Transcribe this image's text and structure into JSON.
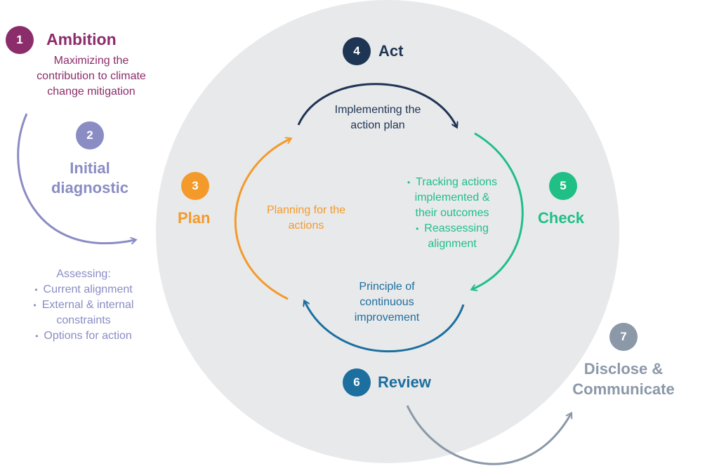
{
  "colors": {
    "ambition": "#8b2d6b",
    "initial": "#8a8cc4",
    "plan": "#f39a2b",
    "act": "#1f3554",
    "check": "#1fbf86",
    "review": "#1c6f9e",
    "disclose": "#8b98a8"
  },
  "steps": {
    "ambition": {
      "number": "1",
      "title": "Ambition",
      "desc": [
        "Maximizing the",
        "contribution to climate",
        "change mitigation"
      ]
    },
    "initial": {
      "number": "2",
      "title": [
        "Initial",
        "diagnostic"
      ],
      "desc_header": "Assessing:",
      "bullets": [
        "Current alignment",
        "External & internal",
        "constraints",
        "Options for action"
      ]
    },
    "plan": {
      "number": "3",
      "title": "Plan",
      "desc": [
        "Planning for the",
        "actions"
      ]
    },
    "act": {
      "number": "4",
      "title": "Act",
      "desc": [
        "Implementing the",
        "action plan"
      ]
    },
    "check": {
      "number": "5",
      "title": "Check",
      "bullets": [
        "Tracking actions",
        "implemented &",
        "their outcomes",
        "Reassessing",
        "alignment"
      ]
    },
    "review": {
      "number": "6",
      "title": "Review",
      "desc": [
        "Principle of",
        "continuous",
        "improvement"
      ]
    },
    "disclose": {
      "number": "7",
      "title": [
        "Disclose &",
        "Communicate"
      ]
    }
  }
}
